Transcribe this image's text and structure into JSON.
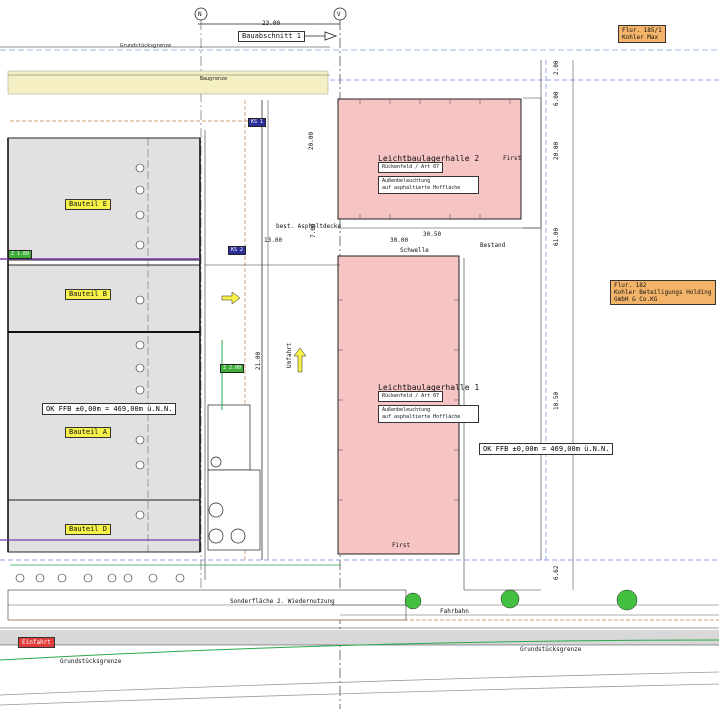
{
  "header": {
    "axis_left": "N",
    "axis_right": "V",
    "dimension_top": "23.00",
    "section_label": "Bauabschnitt 1"
  },
  "parcel_top_right": {
    "line1": "Flur. 185/1",
    "line2": "Kohler Max"
  },
  "parcel_right": {
    "line1": "Flur. 182",
    "line2": "Kohler Beteiligungs Holding",
    "line3": "GmbH & Co.KG"
  },
  "labels": {
    "grundstuecksgrenze_top": "Grundstücksgrenze",
    "baugrenze": "Baugrenze",
    "grundstuecksgrenze_bottom": "Grundstücksgrenze",
    "grundstuecksgrenze_bottom2": "Grundstücksgrenze",
    "schwelle": "Schwelle",
    "umfahrt": "Umfahrt",
    "asphaltdecke": "best. Asphaltdecke",
    "bestand": "Bestand",
    "fahrbahn": "Fahrbahn",
    "first": "First",
    "sonderflaeche": "Sonderfläche 2. Wiedernutzung"
  },
  "buildings": {
    "e": "Bauteil E",
    "b": "Bauteil B",
    "a": "Bauteil A",
    "d": "Bauteil D"
  },
  "ffb_left": "OK FFB ±0,00m = 469,00m ü.N.N.",
  "ffb_right": "OK FFB ±0,00m = 469,00m ü.N.N.",
  "halls": {
    "hall2": {
      "title": "Leichtbaulagerhalle 2",
      "sub": "Rückenfeld / Art 07",
      "note1": "Außenbeleuchtung",
      "note2": "auf asphaltierte Hoffläche"
    },
    "hall1": {
      "title": "Leichtbaulagerhalle 1",
      "sub": "Rückenfeld / Art 07",
      "note1": "Außenbeleuchtung",
      "note2": "auf asphaltierte Hoffläche"
    }
  },
  "dimensions": {
    "d1": "20.00",
    "d2": "30.00",
    "d3": "20.00",
    "d4": "30.50",
    "d5": "61.00",
    "d6": "21.00",
    "d7": "13.00",
    "d8": "7.00",
    "d9": "6.00",
    "d10": "2.00",
    "d11": "6.62",
    "d12": "10.50"
  },
  "tags": {
    "red": "Einfahrt",
    "blue1": "KS 1",
    "blue2": "KS 2",
    "green1": "Z 1.60",
    "green2": "Z 2.00"
  },
  "colors": {
    "hall_fill": "#f7c4c4",
    "building_fill": "#e1e1e1",
    "strip_fill": "#f4f0c4",
    "dash_blue": "#6f84e8",
    "road_gray": "#bdbdbd"
  }
}
